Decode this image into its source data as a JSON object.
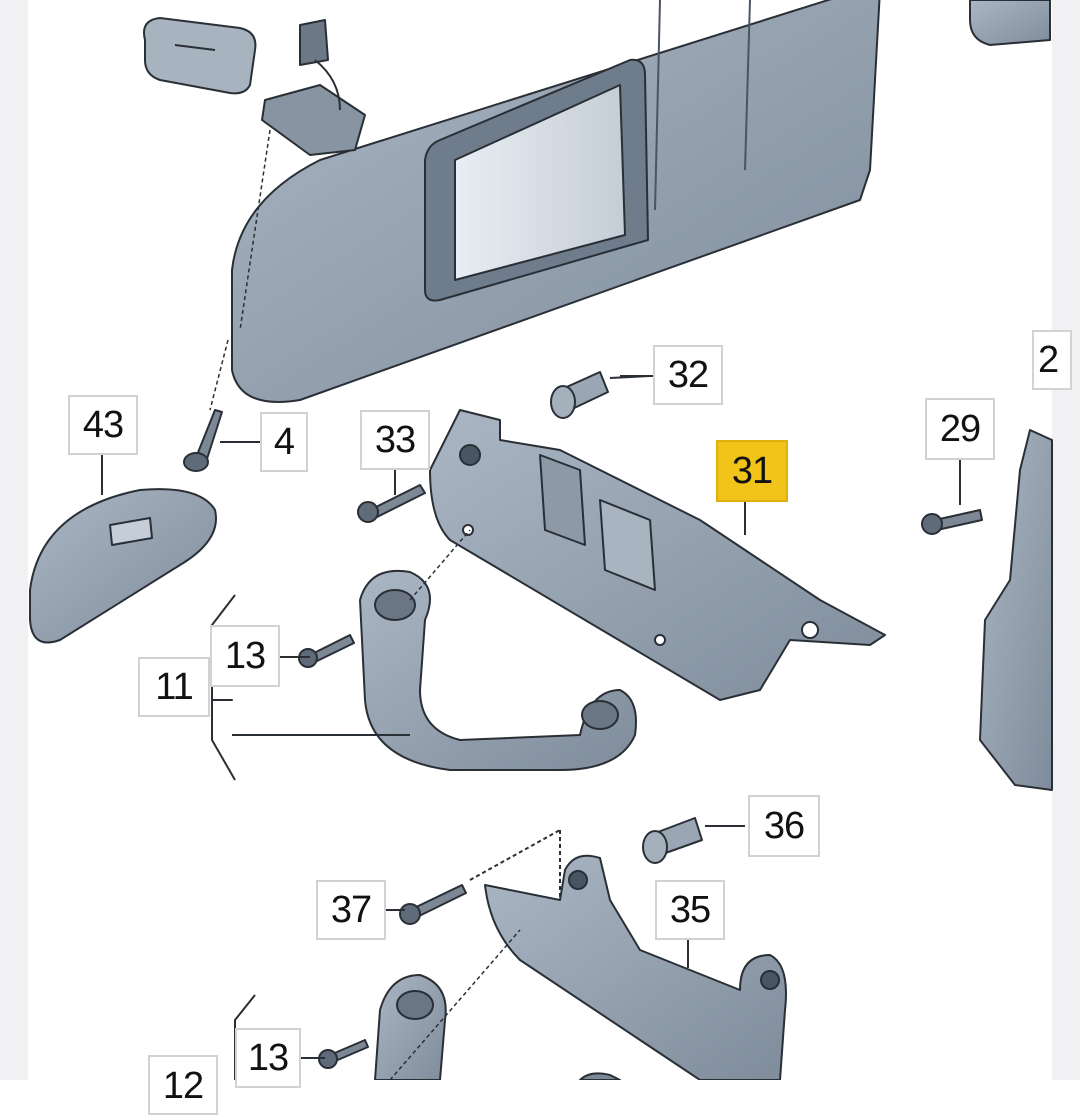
{
  "diagram": {
    "highlight_color": "#f2c318",
    "part_color": "#9aa7b5",
    "labels": {
      "p43": "43",
      "p4": "4",
      "p33": "33",
      "p32": "32",
      "p31": "31",
      "p29": "29",
      "p2": "2",
      "p13a": "13",
      "p11": "11",
      "p36": "36",
      "p37": "37",
      "p35": "35",
      "p13b": "13",
      "p12": "12"
    }
  }
}
